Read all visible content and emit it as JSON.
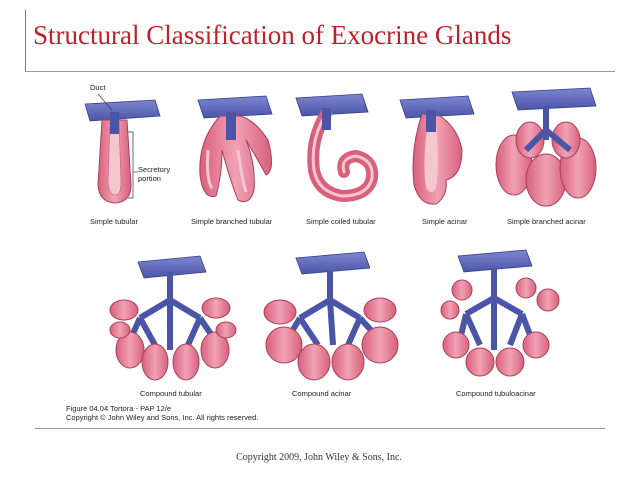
{
  "title": "Structural Classification of Exocrine Glands",
  "labels": {
    "duct": "Duct",
    "secretory_line1": "Secretory",
    "secretory_line2": "portion"
  },
  "glands": [
    {
      "name": "Simple tubular"
    },
    {
      "name": "Simple branched tubular"
    },
    {
      "name": "Simple coiled tubular"
    },
    {
      "name": "Simple acinar"
    },
    {
      "name": "Simple branched acinar"
    },
    {
      "name": "Compound tubular"
    },
    {
      "name": "Compound acinar"
    },
    {
      "name": "Compound tubuloacinar"
    }
  ],
  "figure_caption": {
    "line1": "Figure 04.04  Tortora - PAP 12/e",
    "line2": "Copyright © John Wiley and Sons, Inc. All rights reserved."
  },
  "footer": "Copyright 2009, John Wiley & Sons, Inc.",
  "colors": {
    "title": "#c0202a",
    "gland_fill": "#e98aa0",
    "gland_stroke": "#a8405a",
    "lumen": "#f6c6d0",
    "epithelium": "#5a63b8",
    "duct": "#4a55a8"
  }
}
